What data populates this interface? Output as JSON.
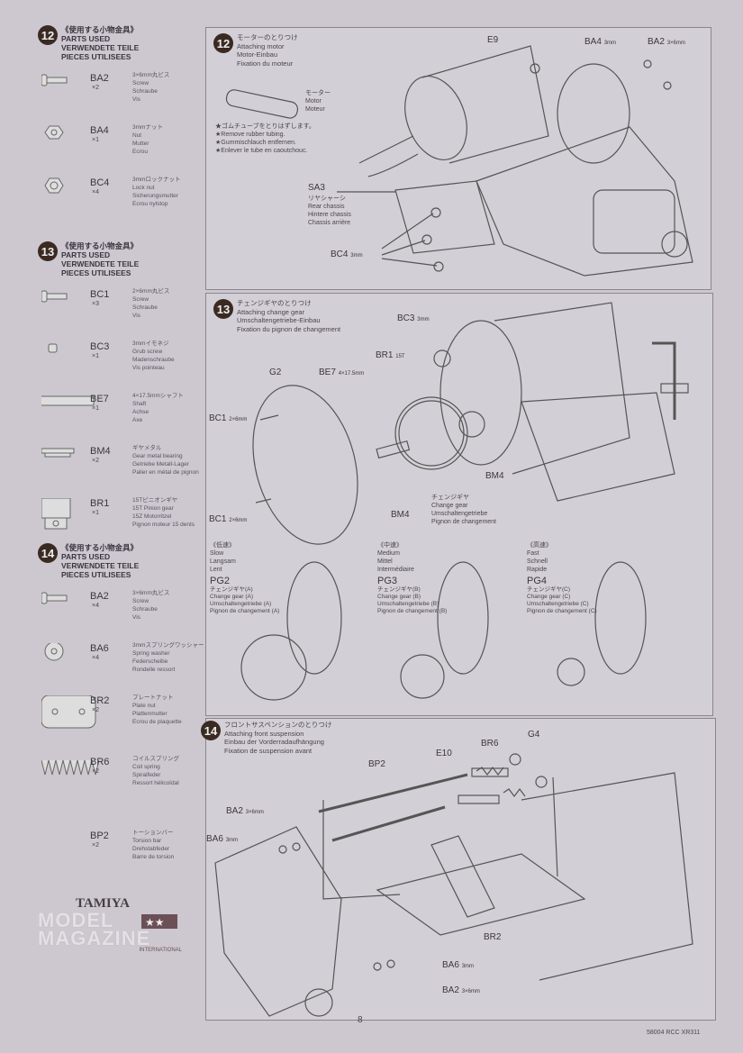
{
  "parts_header": {
    "en": "PARTS USED",
    "de": "VERWENDETE TEILE",
    "fr": "PIECES UTILISEES"
  },
  "left": [
    {
      "step": "12",
      "jp": "《使用する小物金具》",
      "parts": [
        {
          "code": "BA2",
          "qty": "×2",
          "d": [
            "3×6mm丸ビス",
            "Screw",
            "Schraube",
            "Vis"
          ]
        },
        {
          "code": "BA4",
          "qty": "×1",
          "d": [
            "3mmナット",
            "Nut",
            "Mutter",
            "Ecrou"
          ]
        },
        {
          "code": "BC4",
          "qty": "×4",
          "d": [
            "3mmロックナット",
            "Lock nut",
            "Sicherungsmutter",
            "Ecrou nylstop"
          ]
        }
      ]
    },
    {
      "step": "13",
      "jp": "《使用する小物金具》",
      "parts": [
        {
          "code": "BC1",
          "qty": "×3",
          "d": [
            "2×6mm丸ビス",
            "Screw",
            "Schraube",
            "Vis"
          ]
        },
        {
          "code": "BC3",
          "qty": "×1",
          "d": [
            "3mmイモネジ",
            "Grub screw",
            "Madenschraube",
            "Vis pointeau"
          ]
        },
        {
          "code": "BE7",
          "qty": "×1",
          "d": [
            "4×17.5mmシャフト",
            "Shaft",
            "Achse",
            "Axe"
          ]
        },
        {
          "code": "BM4",
          "qty": "×2",
          "d": [
            "ギヤメタル",
            "Gear metal bearing",
            "Getriebe Metall-Lager",
            "Palier en métal de pignon"
          ]
        },
        {
          "code": "BR1",
          "qty": "×1",
          "d": [
            "15Tピニオンギヤ",
            "15T Pinion gear",
            "15Z Motorritzel",
            "Pignon moteur 15 dents"
          ]
        }
      ]
    },
    {
      "step": "14",
      "jp": "《使用する小物金具》",
      "parts": [
        {
          "code": "BA2",
          "qty": "×4",
          "d": [
            "3×6mm丸ビス",
            "Screw",
            "Schraube",
            "Vis"
          ]
        },
        {
          "code": "BA6",
          "qty": "×4",
          "d": [
            "3mmスプリングワッシャー",
            "Spring washer",
            "Federscheibe",
            "Rondelle ressort"
          ]
        },
        {
          "code": "BR2",
          "qty": "×2",
          "d": [
            "プレートナット",
            "Plate nut",
            "Plattenmutter",
            "Ecrou de plaquette"
          ]
        },
        {
          "code": "BR6",
          "qty": "×2",
          "d": [
            "コイルスプリング",
            "Coil spring",
            "Spiralfeder",
            "Ressort hélicoïdal"
          ]
        },
        {
          "code": "BP2",
          "qty": "×2",
          "d": [
            "トーションバー",
            "Torsion bar",
            "Drehstabfeder",
            "Barre de torsion"
          ]
        }
      ]
    }
  ],
  "logo": {
    "brand": "TAMIYA",
    "line1": "MODEL",
    "line2": "MAGAZINE",
    "line3": "INTERNATIONAL"
  },
  "step12": {
    "num": "12",
    "title": [
      "モーターのとりつけ",
      "Attaching motor",
      "Motor-Einbau",
      "Fixation du moteur"
    ],
    "motor": [
      "モーター",
      "Motor",
      "Moteur"
    ],
    "note": [
      "★ゴムチューブをとりはずします。",
      "★Remove rubber tubing.",
      "★Gummischlauch entfernen.",
      "★Enlever le tube en caoutchouc."
    ],
    "sa3": [
      "SA3",
      "リヤシャーシ",
      "Rear chassis",
      "Hintere chassis",
      "Chassis arrière"
    ],
    "e9": "E9",
    "ba4": "BA4",
    "ba4s": "3mm",
    "ba2": "BA2",
    "ba2s": "3×6mm",
    "bc4": "BC4",
    "bc4s": "3mm"
  },
  "step13": {
    "num": "13",
    "title": [
      "チェンジギヤのとりつけ",
      "Attaching change gear",
      "Umschaltengetriebe-Einbau",
      "Fixation du pignon de changement"
    ],
    "bc3": "BC3",
    "bc3s": "3mm",
    "br1": "BR1",
    "br1s": "15T",
    "g2": "G2",
    "be7": "BE7",
    "be7s": "4×17.5mm",
    "bc1": "BC1",
    "bc1s": "2×6mm",
    "bm4": "BM4",
    "gear": [
      "チェンジギヤ",
      "Change gear",
      "Umschaltengetriebe",
      "Pignon de changement"
    ],
    "options": [
      {
        "speed": [
          "《低速》",
          "Slow",
          "Langsam",
          "Lent"
        ],
        "code": "PG2",
        "d": [
          "チェンジギヤ(A)",
          "Change gear (A)",
          "Umschaltengetriebe (A)",
          "Pignon de changement (A)"
        ]
      },
      {
        "speed": [
          "《中速》",
          "Medium",
          "Mittel",
          "Intermédiaire"
        ],
        "code": "PG3",
        "d": [
          "チェンジギヤ(B)",
          "Change gear (B)",
          "Umschaltengetriebe (B)",
          "Pignon de changement (B)"
        ]
      },
      {
        "speed": [
          "《高速》",
          "Fast",
          "Schnell",
          "Rapide"
        ],
        "code": "PG4",
        "d": [
          "チェンジギヤ(C)",
          "Change gear (C)",
          "Umschaltengetriebe (C)",
          "Pignon de changement (C)"
        ]
      }
    ]
  },
  "step14": {
    "num": "14",
    "title": [
      "フロントサスペンションのとりつけ",
      "Attaching front suspension",
      "Einbau der Vorderradaufhängung",
      "Fixation de suspension avant"
    ],
    "bp2": "BP2",
    "e10": "E10",
    "br6": "BR6",
    "g4": "G4",
    "ba2": "BA2",
    "ba2s": "3×6mm",
    "ba6": "BA6",
    "ba6s": "3mm",
    "br2": "BR2"
  },
  "footer": {
    "page": "8",
    "code": "58004 RCC XR311"
  }
}
